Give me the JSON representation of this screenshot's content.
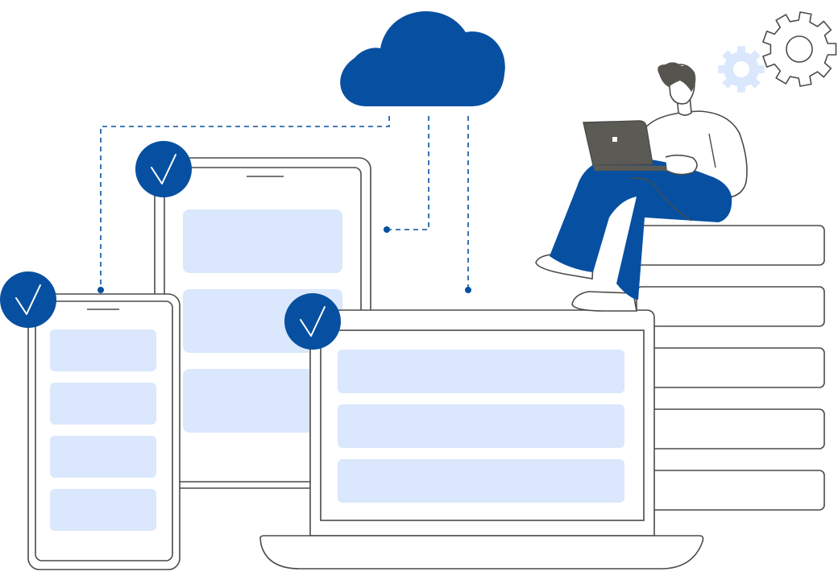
{
  "colors": {
    "primary": "#0750a1",
    "placeholder": "#dae7fd",
    "outline": "#4a4a4a",
    "laptop_body": "#5b5a54",
    "hair": "#56544f",
    "gear_light": "#dae7fd",
    "background": "#ffffff"
  },
  "icons": {
    "cloud": "cloud-icon",
    "gear": "gear-icon",
    "check": "check-icon"
  },
  "devices": {
    "phone": {
      "verified": true,
      "list_rows": 4
    },
    "tablet": {
      "verified": true,
      "list_rows": 3
    },
    "laptop": {
      "verified": true,
      "list_rows": 3
    }
  },
  "server_stack": {
    "drawers": 5
  }
}
